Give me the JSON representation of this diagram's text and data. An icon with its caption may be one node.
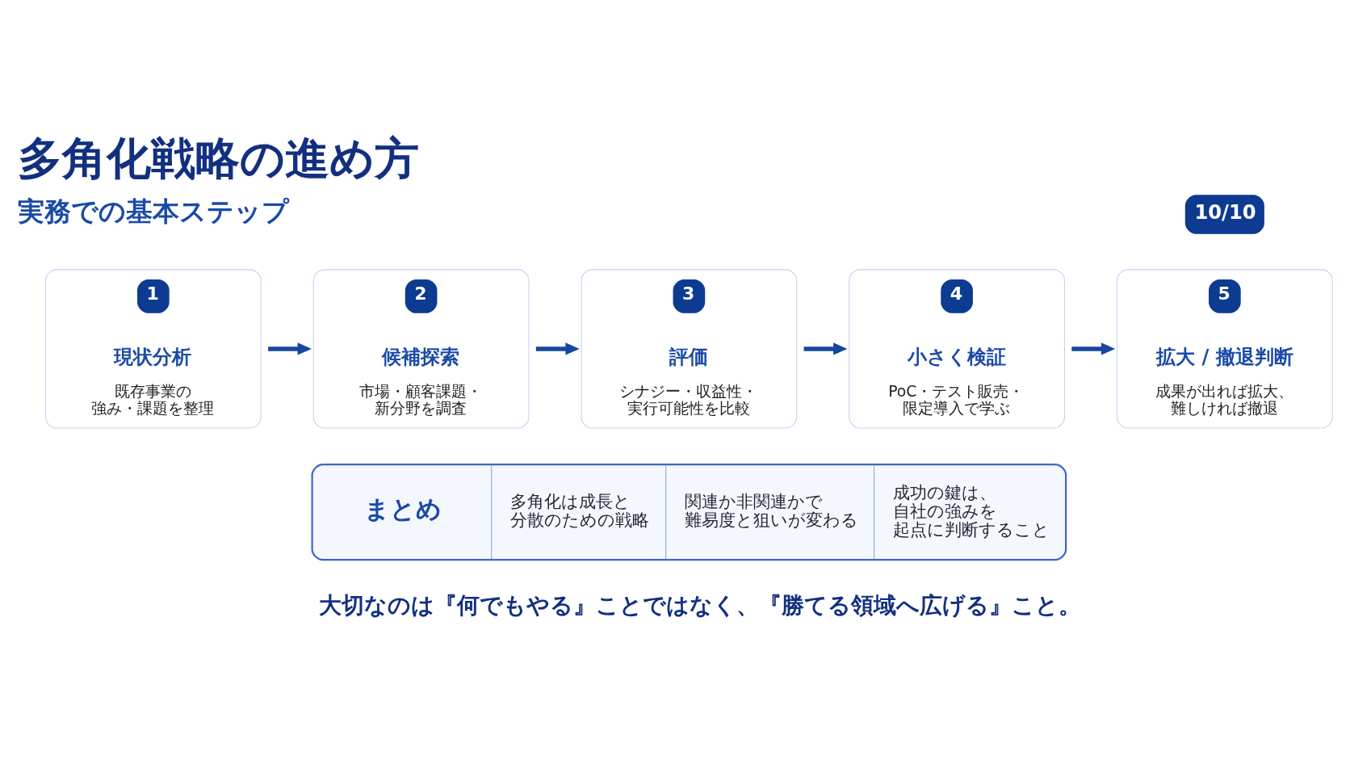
{
  "diagram": {
    "title": "多角化戦略の進め方",
    "nodes": [
      {
        "text": [
          "1",
          "現状分析",
          "既存事業の強み・課題を整理"
        ]
      },
      {
        "text": [
          "2",
          "候補探索",
          "市場・顧客課題・新分野を調査"
        ]
      },
      {
        "text": [
          "3",
          "評価",
          "シナジー・収益性・実行可能性を比較"
        ]
      },
      {
        "text": [
          "4",
          "小さく検証",
          "PoC・テスト販売・限定導入で学ぶ"
        ]
      },
      {
        "text": [
          "5",
          "拡大 / 撤退判断",
          "成果が出れば拡大、難しければ撤退"
        ]
      },
      {
        "text": [
          "まとめ",
          "多角化は成長と分散のための戦略",
          "関連か非関連かで難易度と狙いが変わる",
          "成功の鍵は、自社の強みを起点に判断すること"
        ]
      }
    ],
    "edges": [
      {
        "from": 0,
        "to": 1,
        "arrow": "to"
      },
      {
        "from": 1,
        "to": 2,
        "arrow": "to"
      },
      {
        "from": 2,
        "to": 3,
        "arrow": "to"
      },
      {
        "from": 3,
        "to": 4,
        "arrow": "to"
      }
    ],
    "labels": [
      "実務での基本ステップ",
      "10/10",
      "大切なのは『何でもやる』ことではなく、『勝てる領域へ広げる』こと。"
    ]
  }
}
